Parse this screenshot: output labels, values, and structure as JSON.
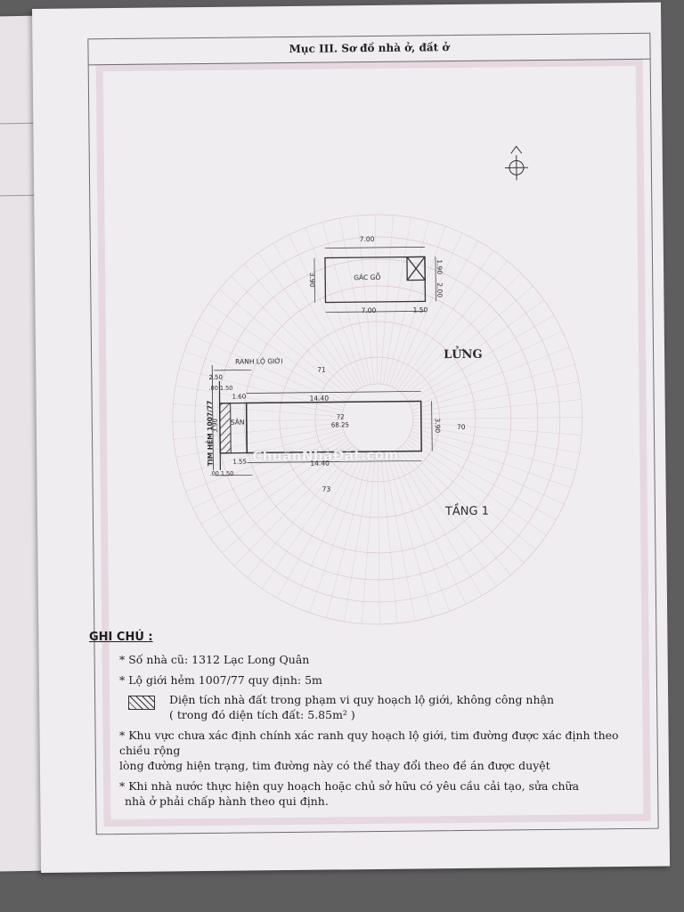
{
  "header": {
    "title": "Mục III. Sơ đồ nhà ở, đất ở"
  },
  "floor_plan": {
    "mezzanine": {
      "label": "LỬNG",
      "room_label": "GÁC GỖ",
      "dim_top": "7.00",
      "dim_bottom_left": "7.00",
      "dim_bottom_right": "1.50",
      "dim_left": "3.90",
      "dim_right_top": "1.90",
      "dim_right_bottom": "2.00"
    },
    "ground": {
      "label": "TẦNG 1",
      "boundary_label": "RANH LỘ GIỚI",
      "alley_label": "TIM HẺM 1007/77",
      "yard_label": "SÂN",
      "area_label": "72",
      "area_value": "68.25",
      "dim_top": "14.40",
      "dim_bottom": "14.40",
      "dim_left": "3.90",
      "dim_right": "3.90",
      "dim_setback_top": "2.50",
      "dim_setback_bottom": "1.55",
      "dim_yard_top": "1.60",
      "dim_small_top": ".00 1.50",
      "dim_small_bottom": ".00 1.50",
      "neighbor_top": "71",
      "neighbor_right": "70",
      "neighbor_bottom": "73"
    },
    "north_symbol": "north-arrow-icon"
  },
  "watermark": "ChuẩnNhàĐất.com",
  "notes": {
    "title": "GHI CHÚ :",
    "house_number": "* Số nhà cũ: 1312 Lạc Long Quân",
    "road_boundary": "* Lộ giới hẻm 1007/77 quy định: 5m",
    "hatch_text_1": "Diện tích nhà đất trong phạm vi quy hoạch lộ giới, không công nhận",
    "hatch_text_2": "( trong đó diện tích đất: 5.85m² )",
    "area_note_1": "* Khu vực chưa xác định chính xác ranh quy hoạch lộ giới, tim đường được xác định theo chiều rộng",
    "area_note_2": "lòng đường hiện trạng, tim đường này có thể thay đổi theo đề án được duyệt",
    "state_note_1": "* Khi nhà nước thực hiện quy hoạch hoặc chủ sở hữu có yêu cầu cải tạo, sửa chữa",
    "state_note_2": "nhà ở phải chấp hành theo qui định."
  },
  "colors": {
    "paper": "#f0edf1",
    "ink": "#222222",
    "guilloche": "#c9a9bd"
  }
}
